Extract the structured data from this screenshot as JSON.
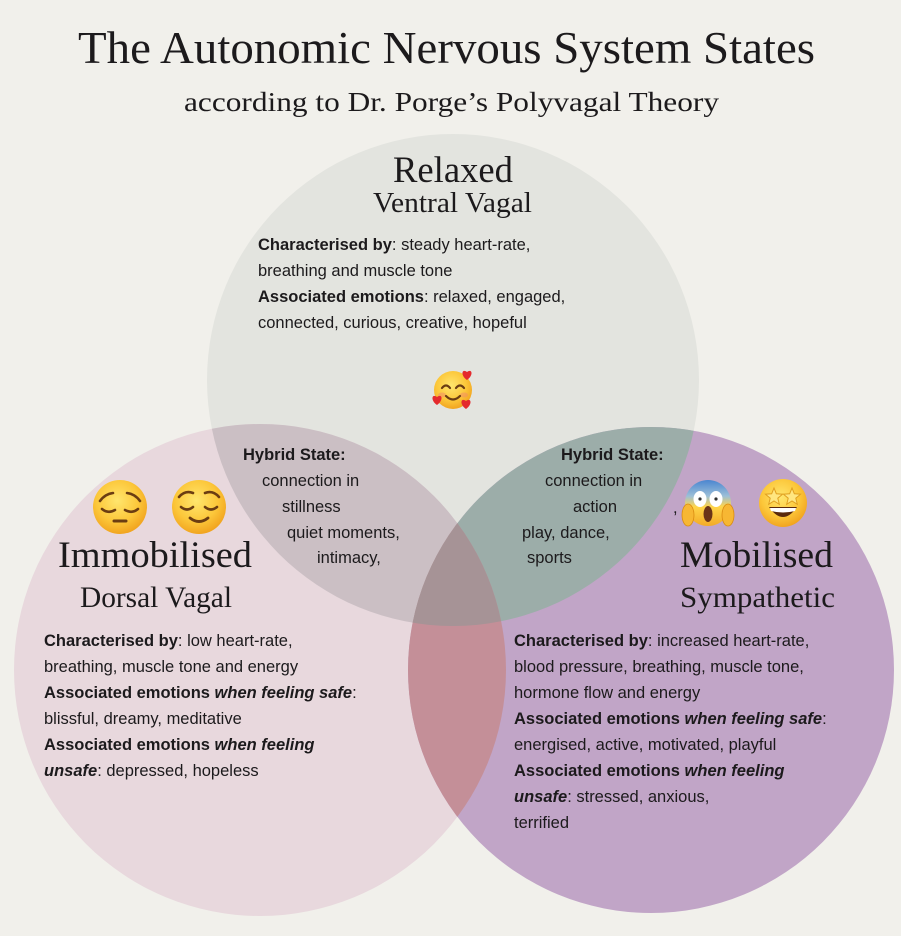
{
  "title": "The Autonomic Nervous System States",
  "subtitle": "according to Dr. Porge’s Polyvagal Theory",
  "colors": {
    "background": "#f1f0eb",
    "relaxed": "#e3e4df",
    "immobilised": "#e8d8dd",
    "mobilised": "#c1a5c7",
    "overlap_relaxed_immobilised": "#cbbfc4",
    "overlap_relaxed_mobilised": "#9cada9",
    "overlap_immobilised_mobilised": "#c48f98",
    "overlap_all": "#a69396"
  },
  "states": {
    "relaxed": {
      "name": "Relaxed",
      "system": "Ventral Vagal",
      "emojis": [
        "smiling-face-with-hearts"
      ],
      "body": [
        [
          {
            "t": "Characterised by",
            "s": "b"
          },
          {
            "t": ": steady heart-rate,",
            "s": "r"
          }
        ],
        [
          {
            "t": "breathing and muscle tone",
            "s": "r"
          }
        ],
        [
          {
            "t": "Associated emotions",
            "s": "b"
          },
          {
            "t": ": relaxed, engaged,",
            "s": "r"
          }
        ],
        [
          {
            "t": "connected, curious, creative, hopeful",
            "s": "r"
          }
        ]
      ]
    },
    "immobilised": {
      "name": "Immobilised",
      "system": "Dorsal Vagal",
      "emojis": [
        "pensive-face",
        "relieved-face"
      ],
      "body": [
        [
          {
            "t": "Characterised by",
            "s": "b"
          },
          {
            "t": ": low heart-rate,",
            "s": "r"
          }
        ],
        [
          {
            "t": "breathing, muscle tone and energy",
            "s": "r"
          }
        ],
        [
          {
            "t": "Associated emotions ",
            "s": "b"
          },
          {
            "t": "when feeling safe",
            "s": "bi"
          },
          {
            "t": ":",
            "s": "r"
          }
        ],
        [
          {
            "t": "blissful, dreamy, meditative",
            "s": "r"
          }
        ],
        [
          {
            "t": "Associated emotions ",
            "s": "b"
          },
          {
            "t": "when feeling",
            "s": "bi"
          }
        ],
        [
          {
            "t": "unsafe",
            "s": "bi"
          },
          {
            "t": ": depressed, hopeless",
            "s": "r"
          }
        ]
      ]
    },
    "mobilised": {
      "name": "Mobilised",
      "system": "Sympathetic",
      "emojis": [
        "face-screaming-in-fear",
        "star-struck-face"
      ],
      "body": [
        [
          {
            "t": "Characterised by",
            "s": "b"
          },
          {
            "t": ": increased heart-rate,",
            "s": "r"
          }
        ],
        [
          {
            "t": "blood pressure, breathing, muscle tone,",
            "s": "r"
          }
        ],
        [
          {
            "t": "hormone flow and energy",
            "s": "r"
          }
        ],
        [
          {
            "t": "Associated emotions ",
            "s": "b"
          },
          {
            "t": "when feeling safe",
            "s": "bi"
          },
          {
            "t": ":",
            "s": "r"
          }
        ],
        [
          {
            "t": "energised, active, motivated, playful",
            "s": "r"
          }
        ],
        [
          {
            "t": "Associated emotions ",
            "s": "b"
          },
          {
            "t": "when feeling",
            "s": "bi"
          }
        ],
        [
          {
            "t": "unsafe",
            "s": "bi"
          },
          {
            "t": ": stressed, anxious,",
            "s": "r"
          }
        ],
        [
          {
            "t": "terrified",
            "s": "r"
          }
        ]
      ]
    }
  },
  "hybrids": {
    "stillness": {
      "heading": "Hybrid State:",
      "lines": [
        "connection in",
        "stillness",
        "quiet moments,",
        "intimacy,"
      ]
    },
    "action": {
      "heading": "Hybrid State:",
      "lines": [
        "connection in",
        "action",
        "play, dance,",
        "sports"
      ]
    }
  },
  "stray_mark": ","
}
